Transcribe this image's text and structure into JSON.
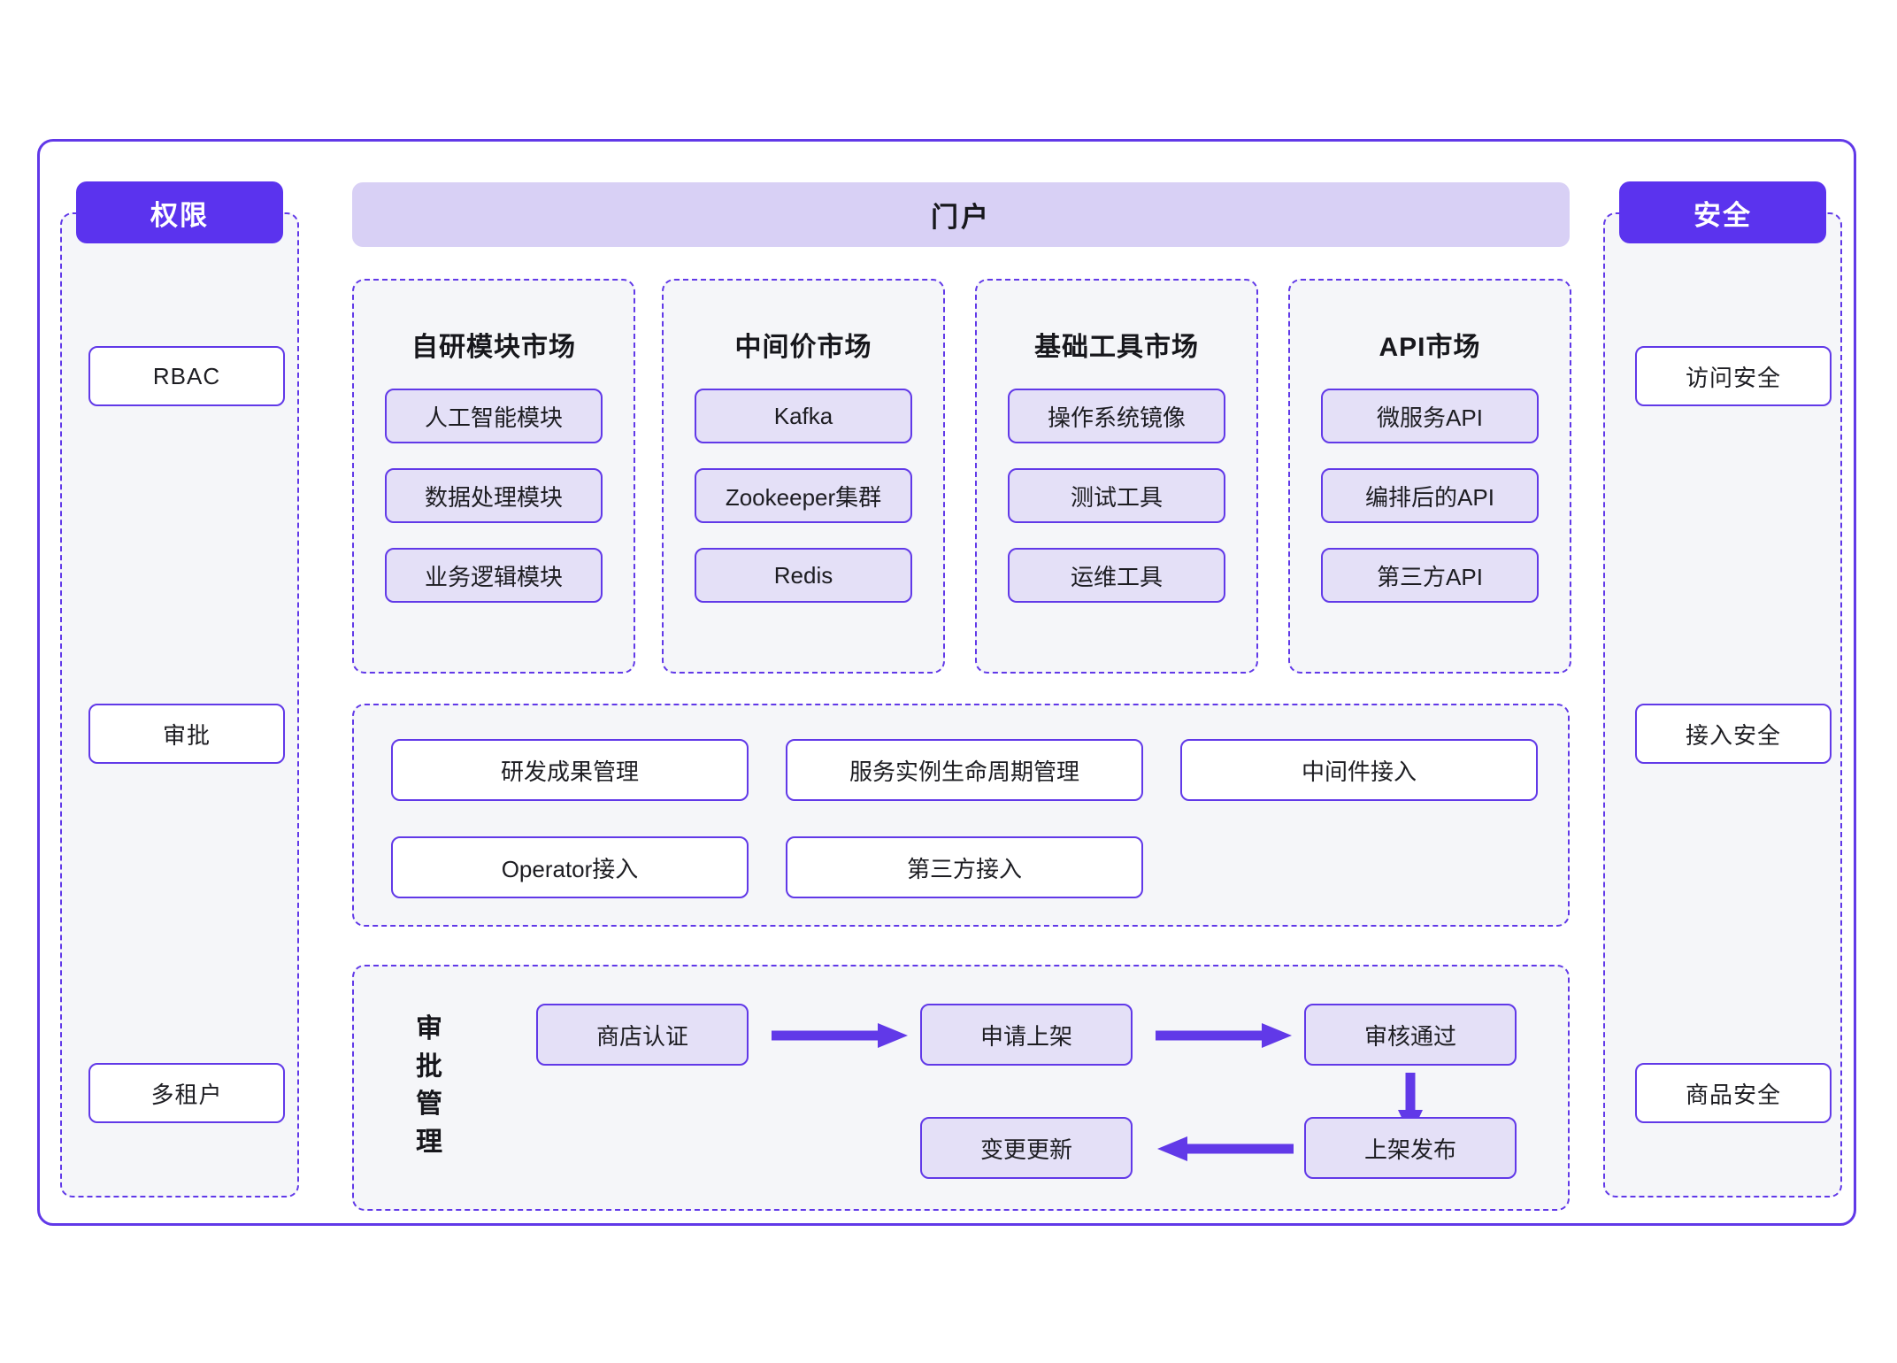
{
  "left_panel": {
    "badge": "权限",
    "items": [
      {
        "label": "RBAC"
      },
      {
        "label": "审批"
      },
      {
        "label": "多租户"
      }
    ]
  },
  "right_panel": {
    "badge": "安全",
    "items": [
      {
        "label": "访问安全"
      },
      {
        "label": "接入安全"
      },
      {
        "label": "商品安全"
      }
    ]
  },
  "portal": {
    "title": "门户"
  },
  "markets": [
    {
      "title": "自研模块市场",
      "items": [
        "人工智能模块",
        "数据处理模块",
        "业务逻辑模块"
      ]
    },
    {
      "title": "中间价市场",
      "items": [
        "Kafka",
        "Zookeeper集群",
        "Redis"
      ]
    },
    {
      "title": "基础工具市场",
      "items": [
        "操作系统镜像",
        "测试工具",
        "运维工具"
      ]
    },
    {
      "title": "API市场",
      "items": [
        "微服务API",
        "编排后的API",
        "第三方API"
      ]
    }
  ],
  "capabilities": [
    "研发成果管理",
    "服务实例生命周期管理",
    "中间件接入",
    "Operator接入",
    "第三方接入"
  ],
  "workflow": {
    "label": "审批管理",
    "label_chars": [
      "审",
      "批",
      "管",
      "理"
    ],
    "nodes": [
      {
        "id": "store-cert",
        "label": "商店认证"
      },
      {
        "id": "apply-listing",
        "label": "申请上架"
      },
      {
        "id": "review-passed",
        "label": "审核通过"
      },
      {
        "id": "publish",
        "label": "上架发布"
      },
      {
        "id": "change-update",
        "label": "变更更新"
      }
    ],
    "arrows": [
      {
        "id": "store-cert-to-apply",
        "direction": "right"
      },
      {
        "id": "apply-to-review",
        "direction": "right"
      },
      {
        "id": "review-to-publish",
        "direction": "down"
      },
      {
        "id": "publish-to-change",
        "direction": "left"
      }
    ]
  },
  "colors": {
    "accent": "#6139E8",
    "badge": "#5B33EE",
    "portal_bar": "#D8D0F5",
    "chip_fill": "#E4E0F7",
    "panel_bg": "#F5F6F9",
    "page_bg": "#FFFFFF"
  }
}
